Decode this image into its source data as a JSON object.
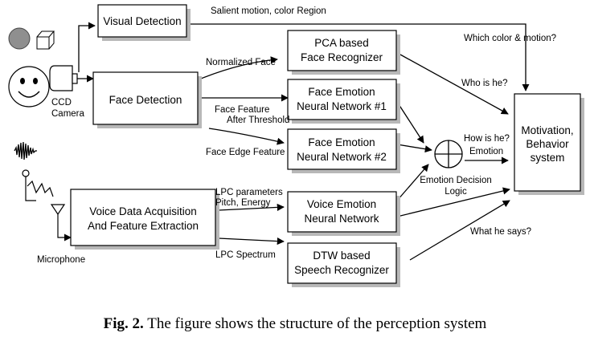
{
  "diagram": {
    "nodes": {
      "visual_detection": "Visual Detection",
      "face_detection": "Face Detection",
      "voice_acquisition": [
        "Voice Data Acquisition",
        "And Feature Extraction"
      ],
      "pca_recognizer": [
        "PCA based",
        "Face Recognizer"
      ],
      "face_emotion_nn1": [
        "Face Emotion",
        "Neural Network #1"
      ],
      "face_emotion_nn2": [
        "Face Emotion",
        "Neural Network #2"
      ],
      "voice_emotion_nn": [
        "Voice Emotion",
        "Neural Network"
      ],
      "dtw_recognizer": [
        "DTW based",
        "Speech Recognizer"
      ],
      "emotion_decision": [
        "Emotion Decision",
        "Logic"
      ],
      "motivation": [
        "Motivation,",
        "Behavior",
        "system"
      ]
    },
    "devices": {
      "camera": [
        "CCD",
        "Camera"
      ],
      "microphone": "Microphone"
    },
    "edge_labels": {
      "salient_motion": "Salient motion, color Region",
      "normalized_face": "Normalized Face",
      "face_feature": [
        "Face Feature",
        "After Threshold"
      ],
      "face_edge": "Face Edge Feature",
      "lpc_params": [
        "LPC parameters",
        "Pitch, Energy"
      ],
      "lpc_spectrum": "LPC Spectrum",
      "which_color": "Which color & motion?",
      "who_is_he": "Who is he?",
      "how_is_he": "How is he?",
      "emotion": "Emotion",
      "what_he_says": "What he says?"
    }
  },
  "caption": {
    "label": "Fig. 2.",
    "text": " The figure shows the structure of the perception system"
  }
}
